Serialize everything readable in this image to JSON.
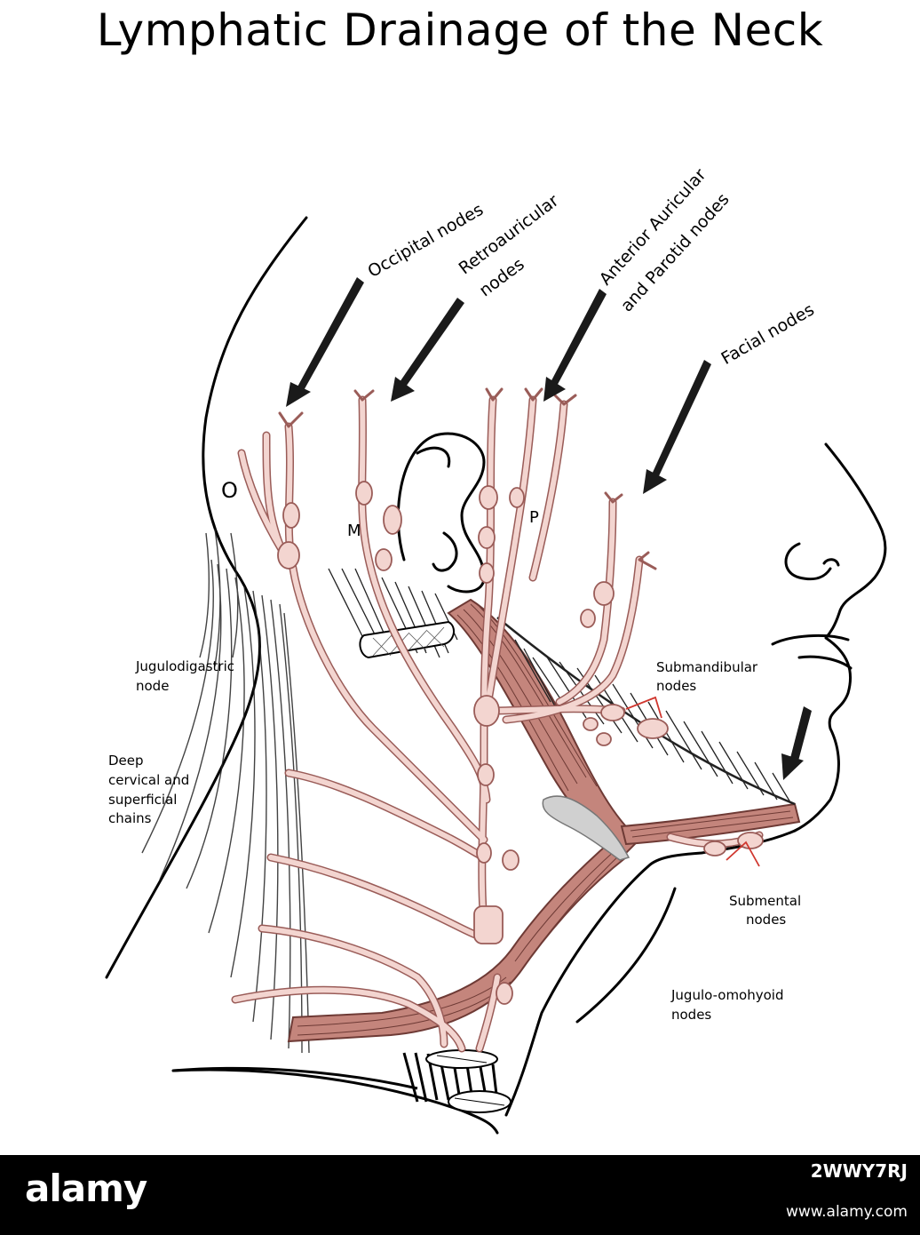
{
  "title": "Lymphatic Drainage of the Neck",
  "arrow_labels": {
    "occipital": "Occipital nodes",
    "retro_line1": "Retroauricular",
    "retro_line2": "nodes",
    "anterior_line1": "Anterior Auricular",
    "anterior_line2": "and Parotid nodes",
    "facial": "Facial nodes"
  },
  "labels": {
    "jugulodigastric_line1": "Jugulodigastric",
    "jugulodigastric_line2": "node",
    "deep_line1": "Deep",
    "deep_line2": "cervical and",
    "deep_line3": "superficial",
    "deep_line4": "chains",
    "submandibular_line1": "Submandibular",
    "submandibular_line2": "nodes",
    "submental_line1": "Submental",
    "submental_line2": "nodes",
    "juguloomohyoid_line1": "Jugulo-omohyoid",
    "juguloomohyoid_line2": "nodes"
  },
  "letters": {
    "o": "O",
    "m": "M",
    "p": "P"
  },
  "watermark": {
    "brand": "alamy",
    "image_id": "2WWY7RJ",
    "website": "www.alamy.com"
  },
  "colors": {
    "lymph": "#f3d5d0",
    "lymph_stroke": "#9a5c58",
    "muscle": "#c4857c",
    "muscle_dark": "#8a4f49",
    "gland": "#d0d0d0"
  }
}
